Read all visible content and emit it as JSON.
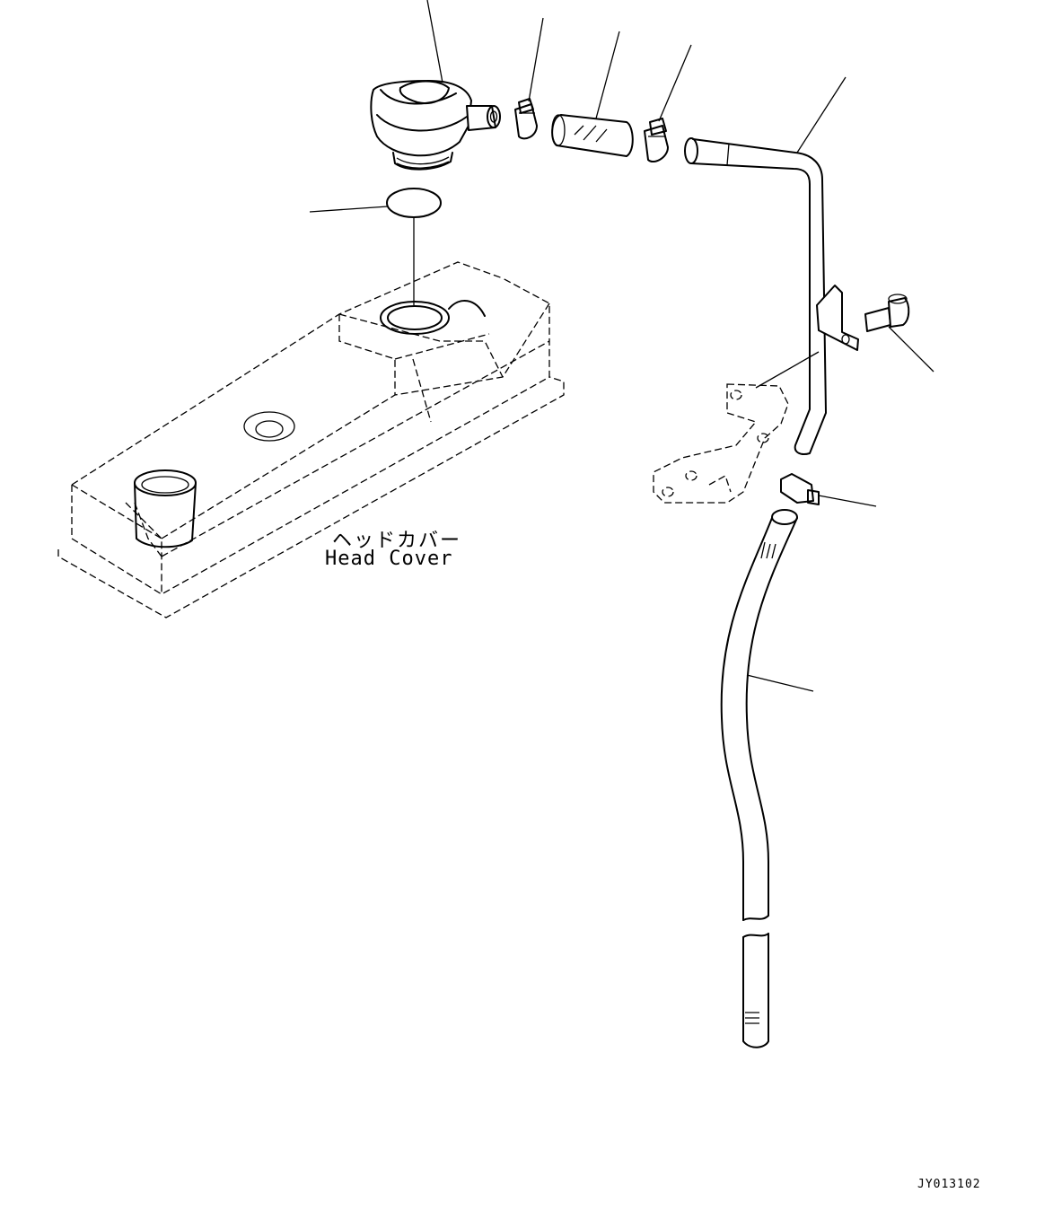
{
  "drawing": {
    "head_cover_label_ja": "ヘッドカバー",
    "head_cover_label_en": "Head Cover",
    "drawing_code": "JY013102"
  }
}
